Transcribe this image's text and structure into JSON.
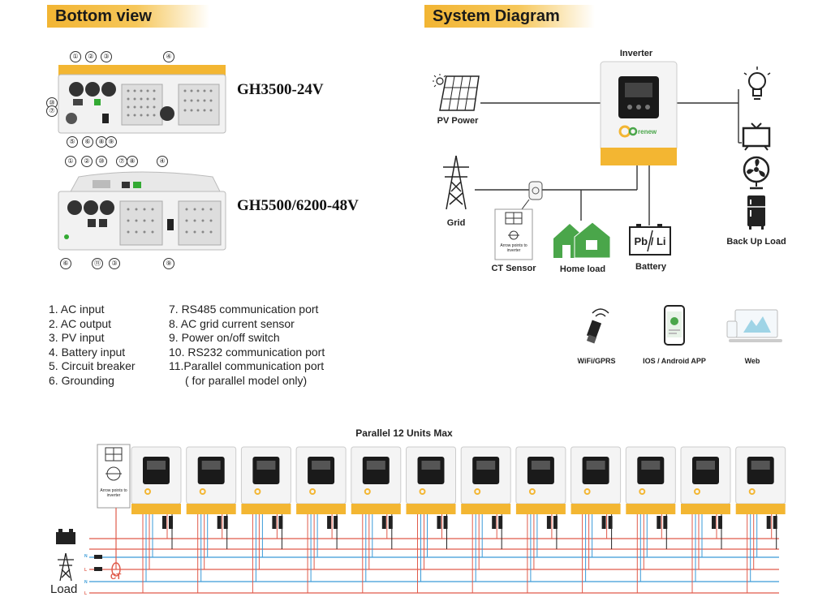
{
  "bottom_view": {
    "title": "Bottom view",
    "models": [
      "GH3500-24V",
      "GH5500/6200-48V"
    ],
    "callouts_top": [
      "①",
      "②",
      "③",
      "④",
      "⑩",
      "⑦",
      "⑤",
      "⑥",
      "⑧",
      "⑨"
    ],
    "callouts_bottom": [
      "①",
      "②",
      "⑩",
      "⑦",
      "⑧",
      "④",
      "⑥",
      "⑪",
      "③",
      "⑨"
    ],
    "legend_left": [
      "1. AC input",
      "2. AC output",
      "3. PV input",
      "4. Battery input",
      "5. Circuit breaker",
      "6. Grounding"
    ],
    "legend_right": [
      "7. RS485 communication port",
      "8. AC grid current sensor",
      "9. Power on/off switch",
      "10. RS232 communication port",
      "11.Parallel communication port",
      "( for parallel model only)"
    ]
  },
  "system_diagram": {
    "title": "System Diagram",
    "inverter_label": "Inverter",
    "pv_label": "PV Power",
    "grid_label": "Grid",
    "ct_label": "CT Sensor",
    "ct_note": "Arrow points to inverter",
    "home_label": "Home load",
    "battery_label": "Battery",
    "battery_text": "Pb / Li",
    "backup_label": "Back Up Load",
    "brand_text": "renew",
    "monitoring": [
      "WiFi/GPRS",
      "IOS / Android APP",
      "Web"
    ]
  },
  "parallel": {
    "title": "Parallel 12 Units Max",
    "unit_count": 12,
    "ct_label": "CT",
    "load_label": "Load",
    "ct_note": "Arrow points to inverter",
    "bus_labels": [
      "N",
      "L",
      "N",
      "L"
    ]
  },
  "colors": {
    "accent": "#f2b533",
    "inverter_yellow": "#f3b632",
    "inverter_body": "#f4f4f4",
    "line_red": "#e05a4a",
    "line_blue": "#3a9bd8",
    "house_green": "#4aa64a"
  }
}
